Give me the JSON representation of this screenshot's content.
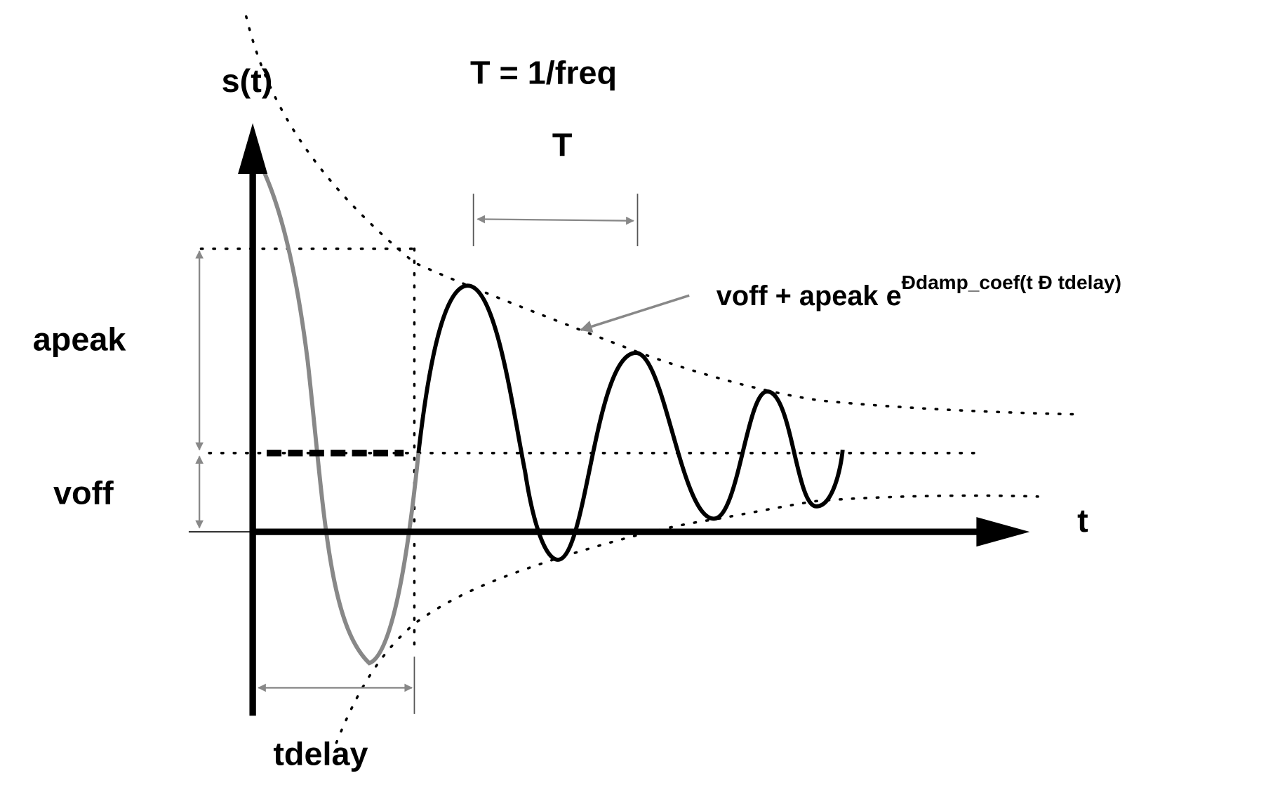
{
  "labels": {
    "y_axis": "s(t)",
    "x_axis": "t",
    "period_formula": "T = 1/freq",
    "period": "T",
    "apeak": "apeak",
    "voff": "voff",
    "tdelay": "tdelay",
    "envelope_base": "voff + apeak e",
    "envelope_exponent": "Ðdamp_coef(t Ð tdelay)"
  },
  "colors": {
    "primary": "#000000",
    "secondary": "#888888"
  }
}
